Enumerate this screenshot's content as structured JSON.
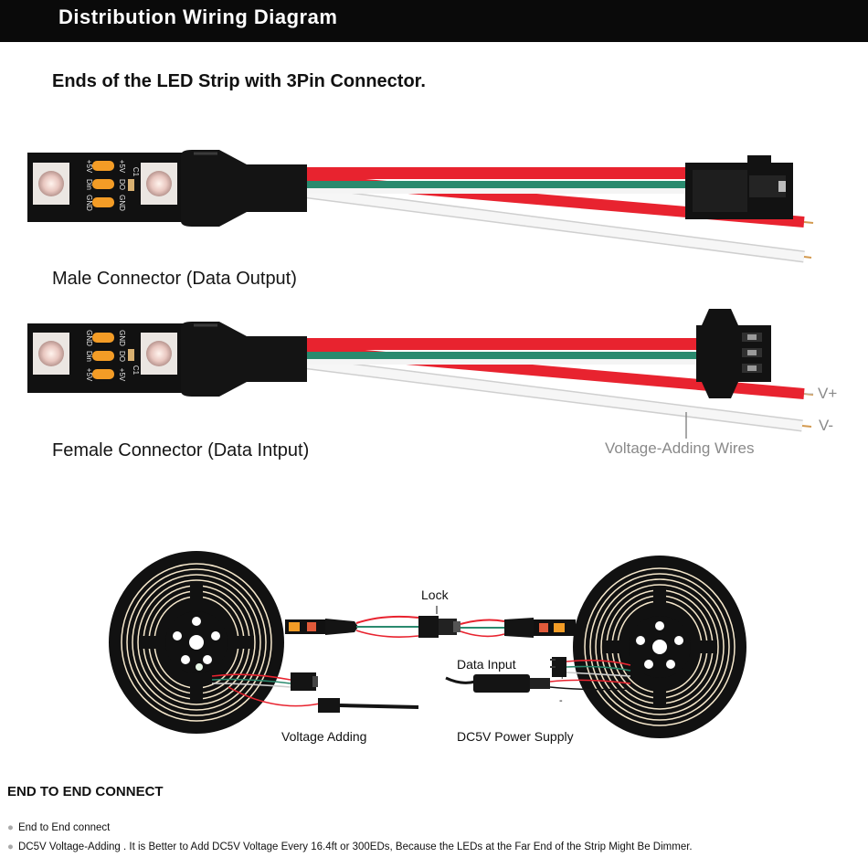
{
  "header": {
    "title": "Distribution Wiring Diagram"
  },
  "section1": {
    "heading": "Ends of the LED Strip with 3Pin Connector.",
    "male_caption": "Male Connector (Data Output)",
    "female_caption": "Female Connector (Data Intput)",
    "v_plus_label": "V+",
    "v_minus_label": "V-",
    "voltage_wires_label": "Voltage-Adding Wires"
  },
  "pad_labels": {
    "male_left": [
      "+5V",
      "Din",
      "GND"
    ],
    "male_right": [
      "+5V",
      "DO",
      "GND"
    ],
    "female_left": [
      "GND",
      "Din",
      "+5V"
    ],
    "female_right": [
      "GND",
      "DO",
      "+5V"
    ],
    "cap_label": "C1"
  },
  "section2": {
    "lock_label": "Lock",
    "data_input_label": "Data Input",
    "voltage_adding_label": "Voltage Adding",
    "power_supply_label": "DC5V Power Supply",
    "plus_sign": "+",
    "minus_sign": "-"
  },
  "section3": {
    "title": "END TO END CONNECT",
    "bullets": [
      "End to End connect",
      "DC5V Voltage-Adding . It is Better to Add DC5V Voltage Every 16.4ft or 300EDs, Because the LEDs at the Far End of the Strip Might Be Dimmer."
    ]
  },
  "colors": {
    "wire_red": "#e8232f",
    "wire_green": "#2a8a6e",
    "wire_white": "#f2f2f2",
    "pad_orange": "#f39c26",
    "strip_black": "#111111"
  }
}
